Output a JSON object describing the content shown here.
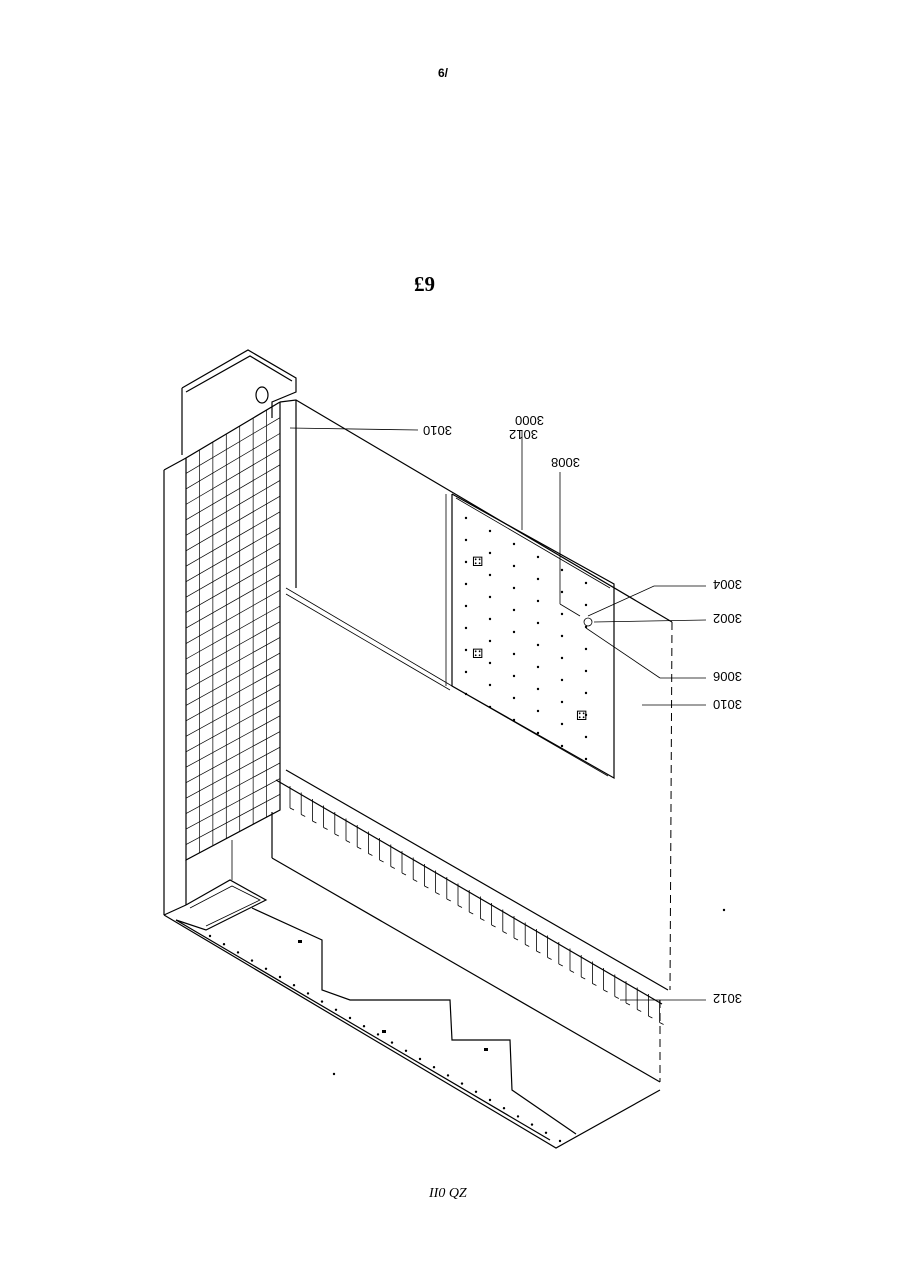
{
  "page": {
    "page_number": "6/",
    "figure_number": "£9",
    "footer_text": "II0 QZ"
  },
  "figure": {
    "reference_labels": [
      "3010",
      "3000",
      "3012",
      "3008",
      "3004",
      "3002",
      "3006",
      "3010",
      "3012"
    ]
  }
}
